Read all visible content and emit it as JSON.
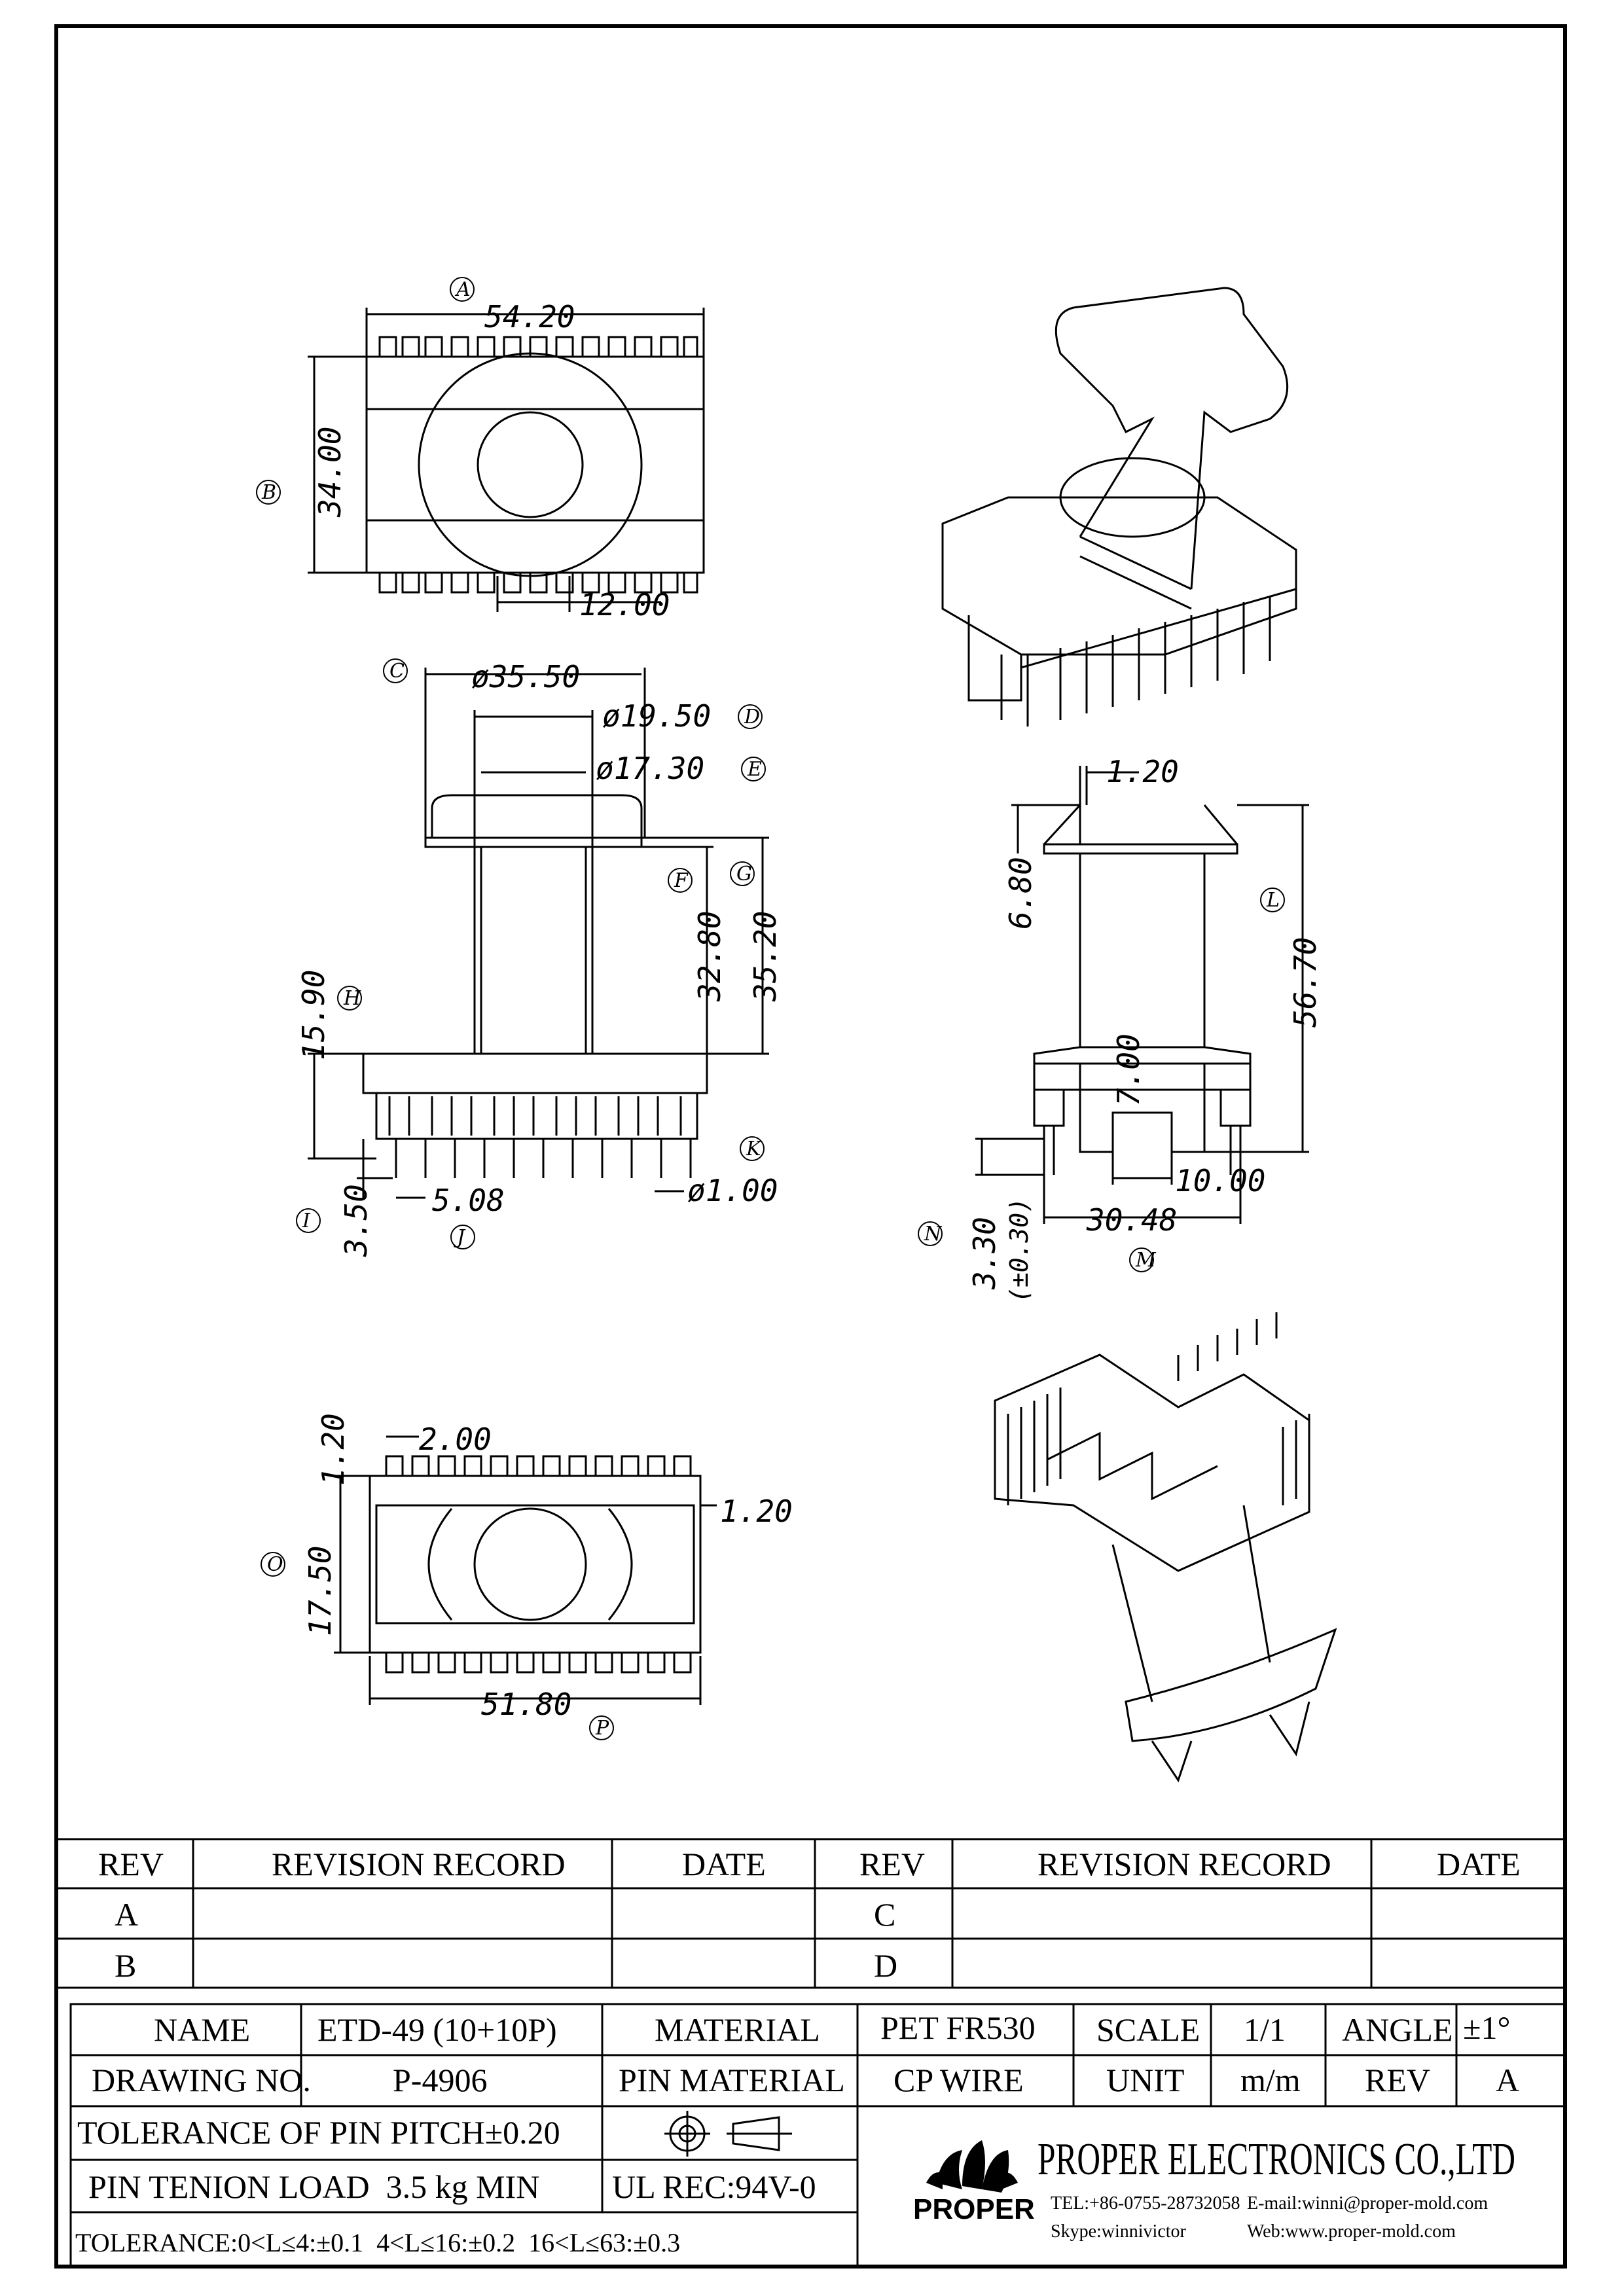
{
  "dimensions": {
    "top_view": {
      "width": "54.20",
      "height": "34.00",
      "center_gap": "12.00",
      "label_width": "A",
      "label_height": "B"
    },
    "front_view": {
      "flange_dia": "ø35.50",
      "outer_dia": "ø19.50",
      "inner_dia": "ø17.30",
      "inner_height": "32.80",
      "total_height": "35.20",
      "base_height": "15.90",
      "pin_length": "3.50",
      "pin_pitch": "5.08",
      "pin_dia": "ø1.00",
      "labels": {
        "flange": "C",
        "outer": "D",
        "inner": "E",
        "inner_h": "F",
        "total_h": "G",
        "base_h": "H",
        "pin_len": "I",
        "pitch": "J",
        "pin_dia": "K"
      }
    },
    "side_view": {
      "wall": "1.20",
      "top_height": "6.80",
      "total_height": "56.70",
      "slot": "7.00",
      "slot_width": "10.00",
      "pin_row": "30.48",
      "pin_stub": "3.30",
      "pin_stub_tol": "(±0.30)",
      "labels": {
        "total": "L",
        "row": "M",
        "stub": "N"
      }
    },
    "bottom_view": {
      "pin_top": "1.20",
      "pin_width": "2.00",
      "height": "17.50",
      "wall": "1.20",
      "length": "51.80",
      "label_height": "O",
      "label_length": "P"
    }
  },
  "revision_table": {
    "headers": [
      "REV",
      "REVISION RECORD",
      "DATE",
      "REV",
      "REVISION RECORD",
      "DATE"
    ],
    "rows": [
      [
        "A",
        "",
        "",
        "C",
        "",
        ""
      ],
      [
        "B",
        "",
        "",
        "D",
        "",
        ""
      ]
    ]
  },
  "title_block": {
    "name_label": "NAME",
    "name_value": "ETD-49 (10+10P)",
    "material_label": "MATERIAL",
    "material_value": "PET FR530",
    "scale_label": "SCALE",
    "scale_value": "1/1",
    "angle_label": "ANGLE",
    "angle_value": "±1°",
    "drawing_no_label": "DRAWING NO.",
    "drawing_no_value": "P-4906",
    "pin_material_label": "PIN MATERIAL",
    "pin_material_value": "CP WIRE",
    "unit_label": "UNIT",
    "unit_value": "m/m",
    "rev_label": "REV",
    "rev_value": "A",
    "pin_pitch_tol": "TOLERANCE OF PIN PITCH±0.20",
    "pin_tension": "PIN TENION LOAD  3.5 kg MIN",
    "ul": "UL REC:94V-0",
    "tolerance": "TOLERANCE:0<L≤4:±0.1  4<L≤16:±0.2  16<L≤63:±0.3"
  },
  "company": {
    "name": "PROPER ELECTRONICS CO.,LTD",
    "logo_text": "PROPER",
    "tel": "TEL:+86-0755-28732058",
    "email": "E-mail:winni@proper-mold.com",
    "skype": "Skype:winnivictor",
    "web": "Web:www.proper-mold.com"
  }
}
